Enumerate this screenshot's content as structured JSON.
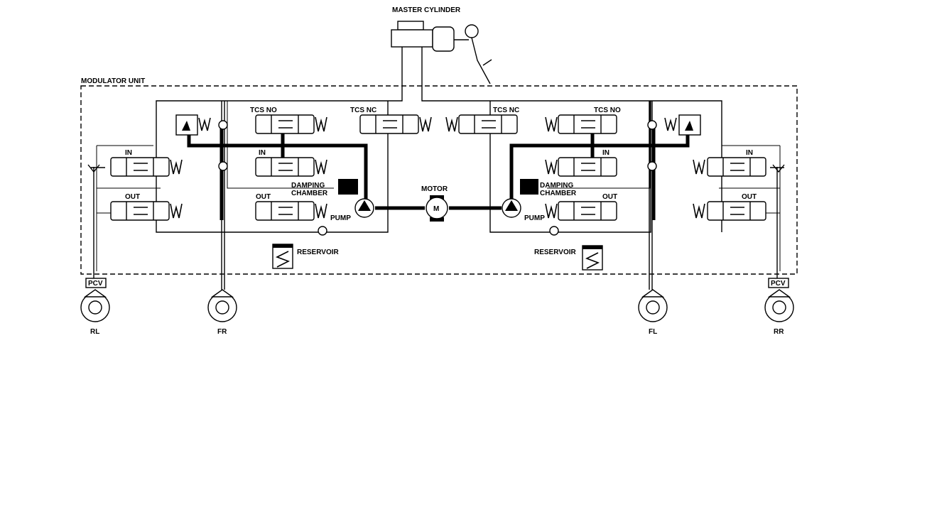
{
  "labels": {
    "master_cylinder": "MASTER CYLINDER",
    "modulator_unit": "MODULATOR UNIT",
    "motor": "MOTOR",
    "motor_symbol": "M",
    "tcs_no": "TCS NO",
    "tcs_nc": "TCS NC",
    "in": "IN",
    "out": "OUT",
    "damping": "DAMPING",
    "chamber": "CHAMBER",
    "pump": "PUMP",
    "reservoir": "RESERVOIR",
    "pcv": "PCV"
  },
  "wheels": {
    "rl": "RL",
    "fr": "FR",
    "fl": "FL",
    "rr": "RR"
  }
}
